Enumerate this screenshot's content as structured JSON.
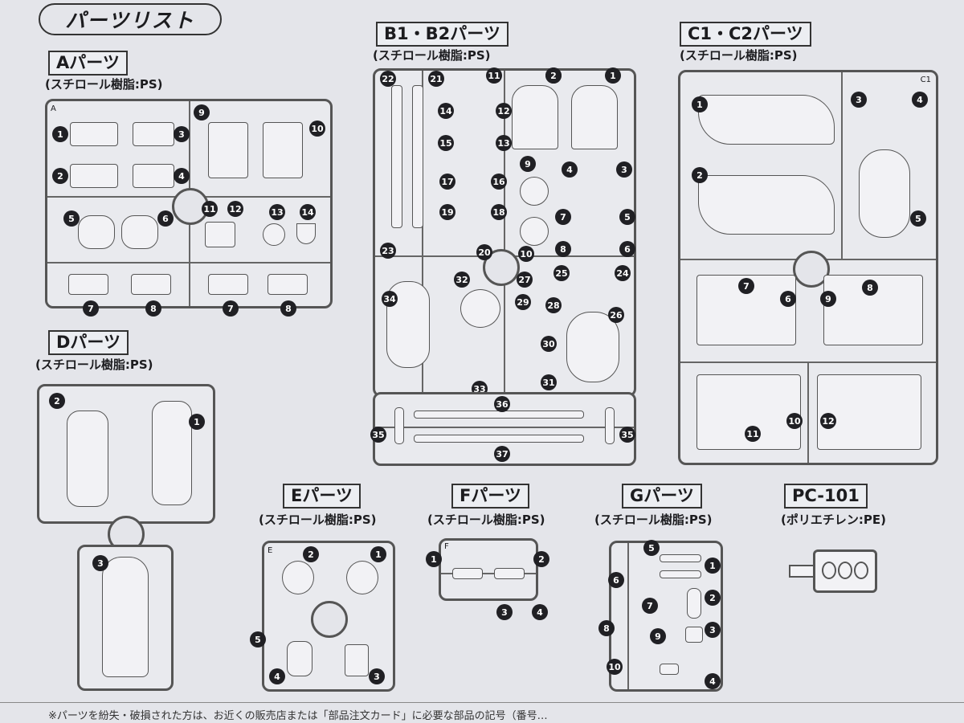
{
  "header": {
    "title": "パーツリスト"
  },
  "groups": {
    "a": {
      "label": "Aパーツ",
      "material": "(スチロール樹脂:PS)",
      "tag": "A",
      "parts": [
        "1",
        "2",
        "3",
        "4",
        "5",
        "6",
        "7",
        "8",
        "7",
        "8",
        "9",
        "10",
        "11",
        "12",
        "13",
        "14"
      ]
    },
    "b": {
      "label": "B1・B2パーツ",
      "material": "(スチロール樹脂:PS)",
      "parts": [
        "1",
        "2",
        "1",
        "11",
        "14",
        "12",
        "15",
        "13",
        "9",
        "4",
        "3",
        "17",
        "16",
        "19",
        "18",
        "7",
        "5",
        "8",
        "6",
        "10",
        "20",
        "22",
        "21",
        "23",
        "24",
        "25",
        "27",
        "26",
        "28",
        "29",
        "30",
        "31",
        "32",
        "33",
        "34",
        "35",
        "35",
        "36",
        "37"
      ]
    },
    "c": {
      "label": "C1・C2パーツ",
      "material": "(スチロール樹脂:PS)",
      "tag": "C1",
      "parts": [
        "1",
        "2",
        "3",
        "4",
        "5",
        "6",
        "7",
        "8",
        "9",
        "10",
        "11",
        "12"
      ]
    },
    "d": {
      "label": "Dパーツ",
      "material": "(スチロール樹脂:PS)",
      "parts": [
        "1",
        "2",
        "3"
      ]
    },
    "e": {
      "label": "Eパーツ",
      "material": "(スチロール樹脂:PS)",
      "tag": "E",
      "parts": [
        "1",
        "2",
        "3",
        "4",
        "5"
      ]
    },
    "f": {
      "label": "Fパーツ",
      "material": "(スチロール樹脂:PS)",
      "tag": "F",
      "parts": [
        "1",
        "2",
        "3",
        "4"
      ]
    },
    "g": {
      "label": "Gパーツ",
      "material": "(スチロール樹脂:PS)",
      "parts": [
        "1",
        "2",
        "3",
        "4",
        "5",
        "6",
        "7",
        "8",
        "9",
        "10"
      ]
    },
    "pc": {
      "label": "PC-101",
      "material": "(ポリエチレン:PE)"
    }
  },
  "footer": {
    "text": "※パーツを紛失・破損された方は、お近くの販売店または「部品注文カード」に必要な部品の記号（番号…"
  }
}
